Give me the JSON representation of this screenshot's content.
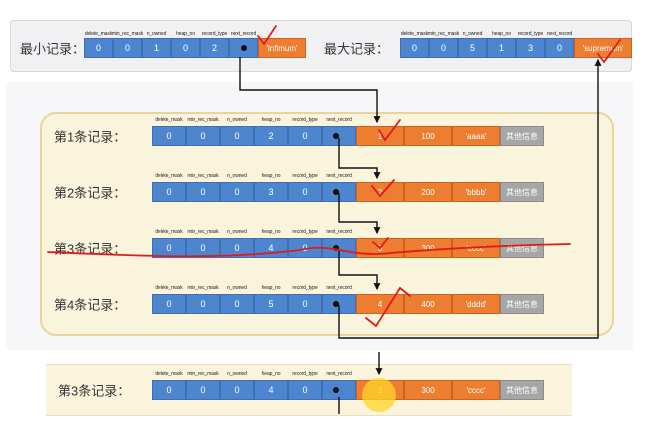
{
  "headers": [
    "delete_mask",
    "min_rec_mask",
    "n_owned",
    "heap_no",
    "record_type",
    "next_record"
  ],
  "records": {
    "infimum": {
      "label": "最小记录：",
      "values": [
        "0",
        "0",
        "1",
        "0",
        "2"
      ],
      "data": "'infimum'"
    },
    "supremum": {
      "label": "最大记录：",
      "values": [
        "0",
        "0",
        "5",
        "1",
        "3",
        "0"
      ],
      "data": "'supremum'"
    },
    "rows": [
      {
        "label": "第1条记录：",
        "values": [
          "0",
          "0",
          "0",
          "2",
          "0"
        ],
        "id": "1",
        "col2": "100",
        "col3": "'aaaa'",
        "extra": "其他信息"
      },
      {
        "label": "第2条记录：",
        "values": [
          "0",
          "0",
          "0",
          "3",
          "0"
        ],
        "id": "2",
        "col2": "200",
        "col3": "'bbbb'",
        "extra": "其他信息"
      },
      {
        "label": "第3条记录：",
        "values": [
          "0",
          "0",
          "0",
          "4",
          "0"
        ],
        "id": "3",
        "col2": "300",
        "col3": "'cccc'",
        "extra": "其他信息"
      },
      {
        "label": "第4条记录：",
        "values": [
          "0",
          "0",
          "0",
          "5",
          "0"
        ],
        "id": "4",
        "col2": "400",
        "col3": "'dddd'",
        "extra": "其他信息"
      }
    ],
    "deleted": {
      "label": "第3条记录：",
      "values": [
        "0",
        "0",
        "0",
        "4",
        "0"
      ],
      "id": "3",
      "col2": "300",
      "col3": "'cccc'",
      "extra": "其他信息"
    }
  },
  "colors": {
    "field": "#4d86cf",
    "data": "#ec7d31",
    "extra": "#a6a6a6",
    "annotation": "#e41a1a",
    "group": "#fbf4dd"
  }
}
